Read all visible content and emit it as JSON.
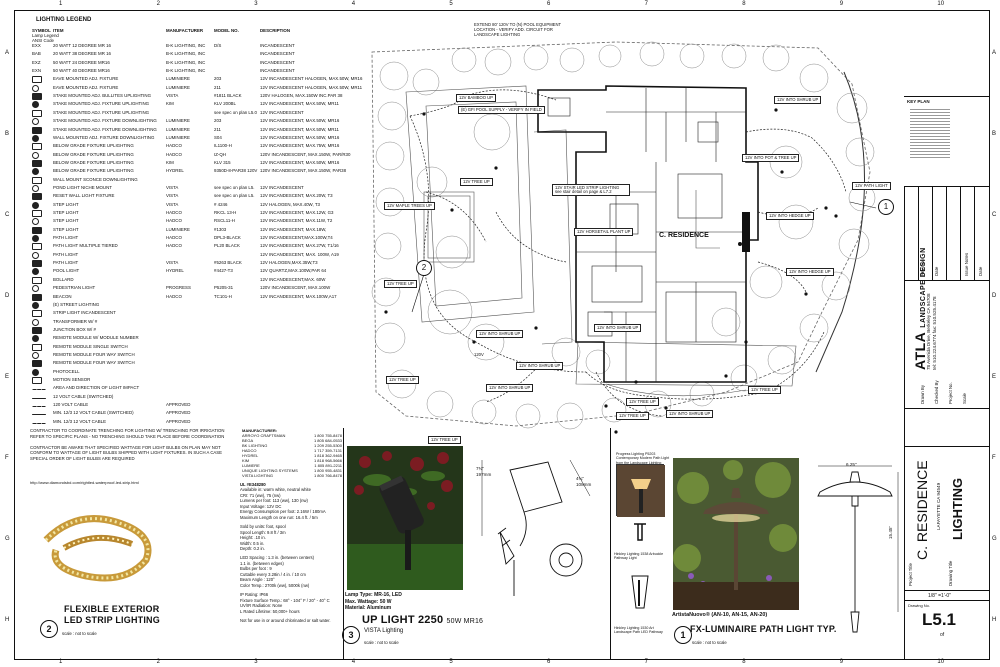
{
  "sheet": {
    "col_numbers": [
      "1",
      "2",
      "3",
      "4",
      "5",
      "6",
      "7",
      "8",
      "9",
      "10"
    ],
    "row_letters": [
      "A",
      "B",
      "C",
      "D",
      "E",
      "F",
      "G",
      "H"
    ]
  },
  "legend": {
    "title": "LIGHTING LEGEND",
    "headers": {
      "symbol": "SYMBOL",
      "symbol_sub": "Lamp Legend",
      "symbol_sub2": "ANSI Code",
      "item": "ITEM",
      "manufacturer": "MANUFACTURER",
      "model": "MODEL NO.",
      "description": "DESCRIPTION"
    },
    "rows": [
      {
        "code": "EXX",
        "item": "20 WATT 12 DEGREE MR 16",
        "mfr": "B-K LIGHTING, INC",
        "model": "D/S",
        "desc": "INCANDESCENT"
      },
      {
        "code": "BAB",
        "item": "20 WATT 38 DEGREE MR 16",
        "mfr": "B-K LIGHTING, INC",
        "model": "",
        "desc": "INCANDESCENT"
      },
      {
        "code": "EXZ",
        "item": "50 WATT 24 DEGREE MR16",
        "mfr": "B-K LIGHTING, INC",
        "model": "",
        "desc": "INCANDESCENT"
      },
      {
        "code": "EXN",
        "item": "50 WATT 40 DEGREE MR16",
        "mfr": "B-K LIGHTING, INC",
        "model": "",
        "desc": "INCANDESCENT"
      },
      {
        "code": "",
        "item": "EAVE MOUNTED ADJ. FIXTURE",
        "mfr": "LUMINIERE",
        "model": "203",
        "desc": "12V INCANDESCENT HALOGEN, MAX.50W, MR16"
      },
      {
        "code": "",
        "item": "EAVE MOUNTED ADJ. FIXTURE",
        "mfr": "LUMINIERE",
        "model": "211",
        "desc": "12V INCANDESCENT HALOGEN, MAX.50W, MR11"
      },
      {
        "code": "",
        "item": "STAKE MOUNTED ADJ. BULLITES UPLIGHTING",
        "mfr": "VISTA",
        "model": "#1811 BLACK",
        "desc": "120V HALOGEN, MAX.150W INC.PAR 38"
      },
      {
        "code": "",
        "item": "STAKE MOUNTED ADJ. FIXTURE UPLIGHTING",
        "mfr": "KIM",
        "model": "KLV 200BL",
        "desc": "12V INCANDESCENT, MAX.50W, MR11"
      },
      {
        "code": "",
        "item": "STAKE MOUNTED ADJ. FIXTURE UPLIGHTING",
        "mfr": "",
        "model": "see spec on plan L5.0",
        "desc": "12V INCANDESCENT"
      },
      {
        "code": "",
        "item": "STAKE MOUNTED ADJ. FIXTURE DOWNLIGHTING",
        "mfr": "LUMINIERE",
        "model": "203",
        "desc": "12V INCANDESCENT, MAX.50W, MR16"
      },
      {
        "code": "",
        "item": "STAKE MOUNTED ADJ. FIXTURE DOWNLIGHTING",
        "mfr": "LUMINIERE",
        "model": "211",
        "desc": "12V INCANDESCENT, MAX.50W, MR11"
      },
      {
        "code": "",
        "item": "WALL MOUNTED ADJ. FIXTURE DOWNLIGHTING",
        "mfr": "LUMINIERE",
        "model": "S04",
        "desc": "12V INCANDESCENT, MAX.50W, MR16"
      },
      {
        "code": "",
        "item": "BELOW GRADE FIXTURE UPLIGHTING",
        "mfr": "HADCO",
        "model": "IL1100-H",
        "desc": "12V INCANDESCENT, MAX.75W, MR16"
      },
      {
        "code": "",
        "item": "BELOW GRADE FIXTURE UPLIGHTING",
        "mfr": "HADCO",
        "model": "IZ-QH",
        "desc": "120V INCANDESCENT, MAX.150W, PAR/R30"
      },
      {
        "code": "",
        "item": "BELOW GRADE FIXTURE UPLIGHTING",
        "mfr": "KIM",
        "model": "KLV 315",
        "desc": "12V INCANDESCENT, MAX.50W, MR16"
      },
      {
        "code": "",
        "item": "BELOW GRADE FIXTURE UPLIGHTING",
        "mfr": "HYDREL",
        "model": "9350D-8-PAR38 120V",
        "desc": "120V INCANDESCENT, MAX.150W, PAR38"
      },
      {
        "code": "",
        "item": "WALL MOUNT SCONCE DOWNLIGHTING",
        "mfr": "",
        "model": "",
        "desc": ""
      },
      {
        "code": "",
        "item": "POND LIGHT NICHE MOUNT",
        "mfr": "VISTA",
        "model": "see spec on plan L5.",
        "desc": "12V INCANDESCENT"
      },
      {
        "code": "",
        "item": "RESET WALL LIGHT FIXTURE",
        "mfr": "VISTA",
        "model": "see spec on plan L5.",
        "desc": "12V INCANDESCENT, MAX.20W, T3"
      },
      {
        "code": "",
        "item": "STEP LIGHT",
        "mfr": "VISTA",
        "model": "# 4246",
        "desc": "12V HALOGEN, MAX.40W, T3"
      },
      {
        "code": "",
        "item": "STEP LIGHT",
        "mfr": "HADCO",
        "model": "RKCL 13-H",
        "desc": "12V INCANDESCENT, MAX.12W, G3"
      },
      {
        "code": "",
        "item": "STEP LIGHT",
        "mfr": "HADCO",
        "model": "RSCL11-H",
        "desc": "12V INCANDESCENT, MAX.11W, T2"
      },
      {
        "code": "",
        "item": "STEP LIGHT",
        "mfr": "LUMINIERE",
        "model": "#1303",
        "desc": "12V INCANDESCENT, MAX.18W,"
      },
      {
        "code": "",
        "item": "PATH LIGHT",
        "mfr": "HADCO",
        "model": "DPL3-BLACK",
        "desc": "12V INCANDESCENT,MAX.100W,T4"
      },
      {
        "code": "",
        "item": "PATH LIGHT MULTIPLE TIERED",
        "mfr": "HADCO",
        "model": "PL20 BLACK",
        "desc": "12V INCANDESCENT, MAX.27W, T1/16"
      },
      {
        "code": "",
        "item": "PATH LIGHT",
        "mfr": "",
        "model": "",
        "desc": "12V INCANDESCENT, MAX. 100W, A19"
      },
      {
        "code": "",
        "item": "PATH LIGHT",
        "mfr": "VISTA",
        "model": "#5263 BLACK",
        "desc": "12V HALOGEN,MAX.35W,T3"
      },
      {
        "code": "",
        "item": "POOL LIGHT",
        "mfr": "HYDREL",
        "model": "#4427-T3",
        "desc": "12V QUARTZ,MAX.100W,PAR 64"
      },
      {
        "code": "",
        "item": "BOLLARD",
        "mfr": "",
        "model": "",
        "desc": "12V INCANDESCENT,MAX. 60W"
      },
      {
        "code": "",
        "item": "PEDESTRIAN LIGHT",
        "mfr": "PROGRESS",
        "model": "P5205-31",
        "desc": "120V INCANDESCENT, MAX.100W"
      },
      {
        "code": "",
        "item": "BEACON",
        "mfr": "HADCO",
        "model": "TC101-H",
        "desc": "12V INCANDESCENT, MAX.100W,A17"
      },
      {
        "code": "",
        "item": "(E) STREET LIGHTING",
        "mfr": "",
        "model": "",
        "desc": ""
      },
      {
        "code": "",
        "item": "STRIP LIGHT INCANDESCENT",
        "mfr": "",
        "model": "",
        "desc": ""
      },
      {
        "code": "",
        "item": "TRANSFORMER W/ #",
        "mfr": "",
        "model": "",
        "desc": ""
      },
      {
        "code": "",
        "item": "JUNCTION BOX W/ #",
        "mfr": "",
        "model": "",
        "desc": ""
      },
      {
        "code": "",
        "item": "REMOTE MODULE W/ MODULE NUMBER",
        "mfr": "",
        "model": "",
        "desc": ""
      },
      {
        "code": "",
        "item": "REMOTE MODULE SINGLE SWITCH",
        "mfr": "",
        "model": "",
        "desc": ""
      },
      {
        "code": "",
        "item": "REMOTE MODULE FOUR WAY SWITCH",
        "mfr": "",
        "model": "",
        "desc": ""
      },
      {
        "code": "",
        "item": "REMOTE MODULE FOUR WAY SWITCH",
        "mfr": "",
        "model": "",
        "desc": ""
      },
      {
        "code": "",
        "item": "PHOTOCELL",
        "mfr": "",
        "model": "",
        "desc": ""
      },
      {
        "code": "",
        "item": "MOTION SENSOR",
        "mfr": "",
        "model": "",
        "desc": ""
      },
      {
        "code": "",
        "item": "AREA AND DIRECTION OF LIGHT IMPACT",
        "mfr": "",
        "model": "",
        "desc": ""
      },
      {
        "code": "",
        "item": "12 VOLT CABLE (SWITCHED)",
        "mfr": "",
        "model": "",
        "desc": ""
      },
      {
        "code": "",
        "item": "120 VOLT CABLE",
        "mfr": "APPROVED",
        "model": "",
        "desc": ""
      },
      {
        "code": "",
        "item": "MIN. 12/3 12 VOLT CABLE (SWITCHED)",
        "mfr": "APPROVED",
        "model": "",
        "desc": ""
      },
      {
        "code": "",
        "item": "MIN. 12/3 12 VOLT CABLE",
        "mfr": "APPROVED",
        "model": "",
        "desc": ""
      }
    ]
  },
  "notes": {
    "note1": "CONTRACTOR TO COORDINATE TRENCHING FOR LIGHTING W/ TRENCHING FOR IRRIGATION REFER TO SPECIFIC PLANS - NO TRENCHING SHOULD TAKE PLACE BEFORE COORDINATION",
    "note2": "CONTRACTOR BE AWARE THAT SPECIFIED WATTAGE FOR LIGHT BULBS ON PLAN MAY NOT CONFORM TO WATTAGE OF LIGHT BULBS SHIPPED WITH LIGHT FIXTURES. IN SUCH A CASE SPECIAL ORDER OF LIGHT BULBS ARE REQUIRED"
  },
  "manufacturers": {
    "header": "MANUFACTURER:",
    "rows": [
      {
        "name": "ARROYO CRAFTSMAN",
        "phone": "1 800 755-8478"
      },
      {
        "name": "BEGA",
        "phone": "1 805 684-0533"
      },
      {
        "name": "BK LIGHTING",
        "phone": "1 209 255-5300"
      },
      {
        "name": "HADCO",
        "phone": "1 717 359-7131"
      },
      {
        "name": "HYDREL",
        "phone": "1 818 362-9465"
      },
      {
        "name": "KIM",
        "phone": "1 818 968-5666"
      },
      {
        "name": "LUMIERE",
        "phone": "1 805 891-2211"
      },
      {
        "name": "UNIQUE LIGHTING SYSTEMS",
        "phone": "1 800 955-4831"
      },
      {
        "name": "VISTA LIGHTING",
        "phone": "1 800 766-8478"
      }
    ]
  },
  "plan": {
    "residence": "C. RESIDENCE",
    "top_note": "EXTEND 80' 120V TO (N) POOL EQUIPMENT LOCATION - VERIFY ADD. CIRCUIT FOR LANDSCAPE LIGHTING",
    "callouts": [
      "12V BAMBOO UP",
      "(E) GFI POOL SUPPLY - VERIFY IN FIELD",
      "12V INTO SHRUB UP",
      "12V INTO POT & TREE UP",
      "12V TREE UP",
      "12V STAIR LED STRIP LIGHTING see stair detail on page & L7.2",
      "12V PATH LIGHT",
      "12V MAPLE TREES UP",
      "12V HORSETAIL PLANT UP",
      "12V INTO HEDGE UP",
      "12V INTO HEDGE UP",
      "12V TREE UP",
      "12V INTO SHRUB UP",
      "12V TREE UP",
      "12V INTO SHRUB UP",
      "12V TREE UP",
      "12V INTO SHRUB UP",
      "12V TREE UP",
      "12V TREE UP",
      "12V INTO SHRUB UP",
      "12V TREE UP",
      "12V INTO SHRUB UP"
    ],
    "bubble1": "1",
    "bubble2": "2",
    "cable_label": "120V"
  },
  "keyplan": {
    "title": "KEY PLAN"
  },
  "titleblock": {
    "firm": "ATLA",
    "firm_sub": "LANDSCAPE DESIGN",
    "addr1": "78 Avenida Drive, Berkeley CA 94708",
    "addr2": "tel: 510.224.6774  fax: 510.525.4178",
    "project": "C. RESIDENCE",
    "city": "LAFAYETTE CA 94549",
    "sheet_title": "LIGHTING",
    "scale": "1/8\" =1'-0\"",
    "drawing_no_label": "Drawing No.",
    "drawing_no": "L5.1",
    "of": "of",
    "labels": [
      "Issue Notes",
      "Date",
      "Revision",
      "Date",
      "Project No.",
      "Drawn By",
      "Checked By",
      "Scale",
      "Project Title",
      "Drawing Title"
    ]
  },
  "detail2": {
    "url": "http://www.diamondsbd.com/rightled-waterproof-led-strip.html",
    "caption": "FLEXIBLE EXTERIOR",
    "caption2": "LED STRIP LIGHTING",
    "num": "2",
    "scale": "scale : not to scale",
    "spec_code": "UL #E348280",
    "specs": [
      "Available in: warm white, neutral white",
      "CRI: 71 (ww), 75 (nw)",
      "Lumens per foot: 113 (ww), 130 (nw)",
      "Input Voltage: 12V DC",
      "Energy Consumption per foot: 2.16W / 180mA",
      "Maximum Length on one run: 16.4 ft. / 5m",
      "",
      "Sold by units: foot, spool",
      "Spool Length: 9.8 ft / 3m",
      "Height: .10 in.",
      "Width: 0.5 in.",
      "Depth: 0.2 in.",
      "",
      "LED Spacing : 1.3 in. (between centers)",
      "1.1 in. (between edges)",
      "Bulbs per foot : 9",
      "Cuttable every 3.28in / 4 in. / 10 cm",
      "Beam Angle : 120°",
      "Color Temp.: 2700k (ww), 5000k (nw)",
      "",
      "IP Rating: IP66",
      "Fixture Surface Temp.: 68° - 104° F / 20° - 40° C",
      "UV/IR Radiation: None",
      "L Rated Lifetime: 50,000+ hours",
      "",
      "Not for use in or around chlorinated or salt water."
    ]
  },
  "detail3": {
    "specs": [
      "Lamp Type: MR-16, LED",
      "Max. Wattage: 50 W",
      "Material: Aluminum"
    ],
    "caption": "UP LIGHT 2250",
    "caption_small": "50W MR16",
    "sub": "VISTA Lighting",
    "num": "3",
    "scale": "scale : not to scale",
    "dim1": "7¾\"",
    "dim1b": "197mm",
    "dim2": "4¼\"",
    "dim2b": "108mm"
  },
  "detail1": {
    "product": "ArtistaNuovo® (AN-10, AN-15, AN-20)",
    "caption": "FX-LUMINAIRE PATH LIGHT TYP.",
    "num": "1",
    "scale": "scale : not to scale",
    "dim_w": "6.25\"",
    "dim_h": "15.45\"",
    "small1": "Progress Lighting P5203 Contemporary Modern Path Light from the Landscape Lighting Collection",
    "small2": "Hinkley Lighting 1538 Arbuckle Pathway Light",
    "small3": "Hinkley Lighting 1530 Art Landscape Path LED Pathway"
  }
}
